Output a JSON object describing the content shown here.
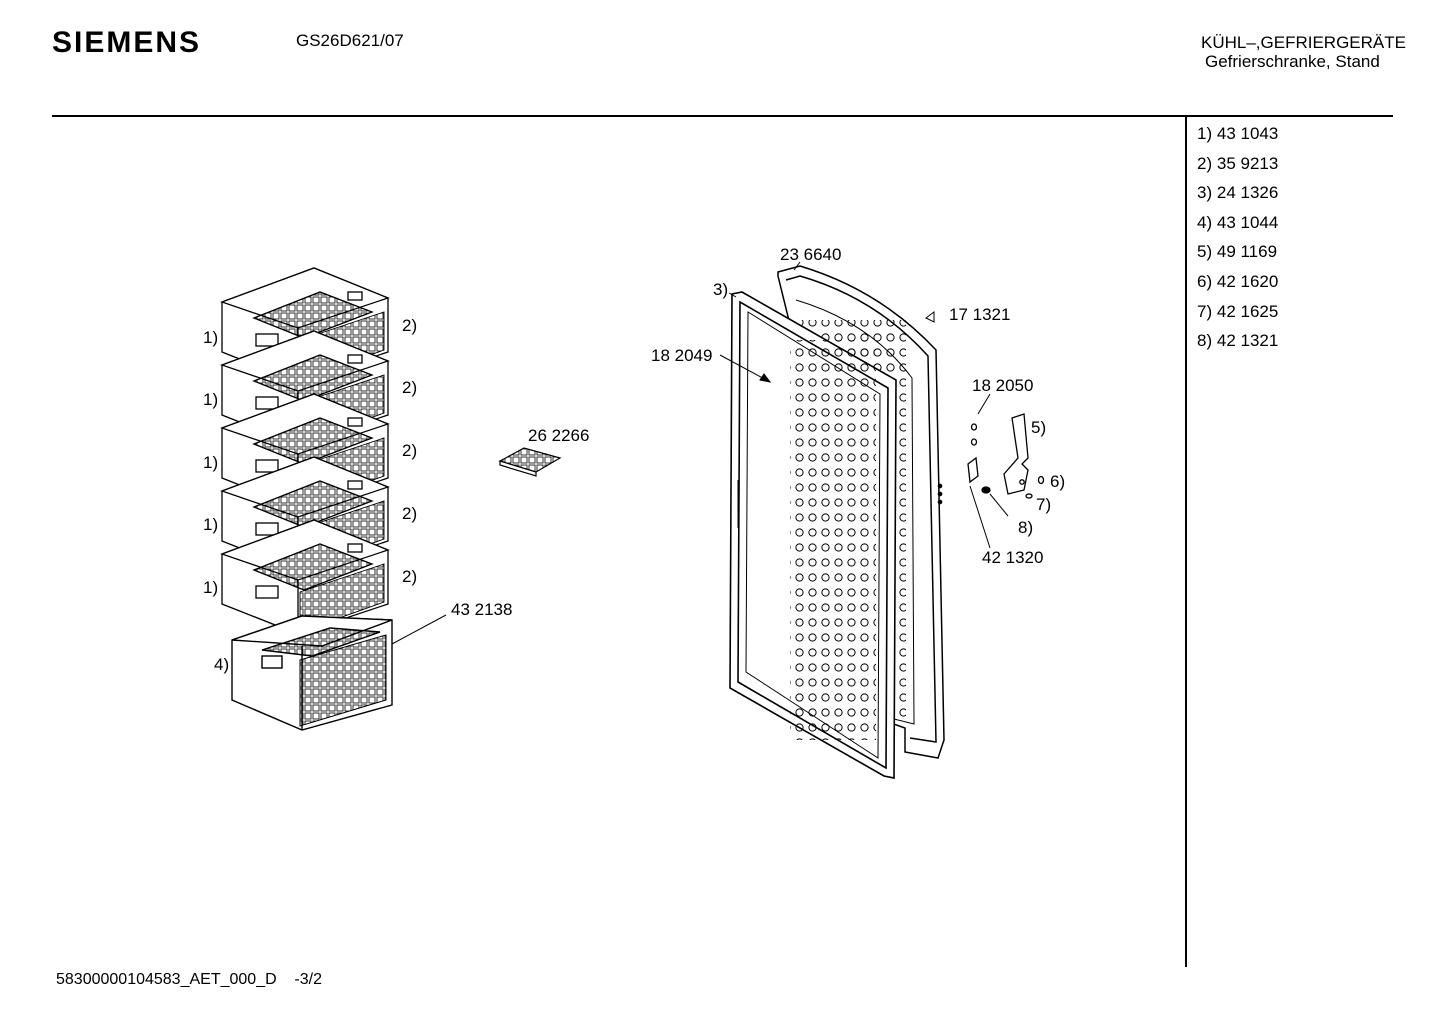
{
  "header": {
    "brand": "SIEMENS",
    "model": "GS26D621/07",
    "category": "KÜHL–,GEFRIERGERÄTE",
    "subcategory": "Gefrierschranke, Stand"
  },
  "parts_list": [
    {
      "ref": "1)",
      "number": "43 1043"
    },
    {
      "ref": "2)",
      "number": "35 9213"
    },
    {
      "ref": "3)",
      "number": "24 1326"
    },
    {
      "ref": "4)",
      "number": "43 1044"
    },
    {
      "ref": "5)",
      "number": "49 1169"
    },
    {
      "ref": "6)",
      "number": "42 1620"
    },
    {
      "ref": "7)",
      "number": "42 1625"
    },
    {
      "ref": "8)",
      "number": "42 1321"
    }
  ],
  "callouts": {
    "drawer_front": "1)",
    "drawer_body": "2)",
    "bottom_drawer": "4)",
    "bottom_drawer_part": "43 2138",
    "ice_tray": "26 2266",
    "door_panel": "23 6640",
    "door_gasket_ref": "3)",
    "door_gasket": "18 2049",
    "hinge_cap": "17 1321",
    "screw": "18 2050",
    "hinge_bracket": "5)",
    "washer": "6)",
    "pin": "7)",
    "bushing": "8)",
    "hinge_lower": "42 1320"
  },
  "footer": {
    "doc_id": "58300000104583_AET_000_D",
    "page": "-3/2"
  }
}
